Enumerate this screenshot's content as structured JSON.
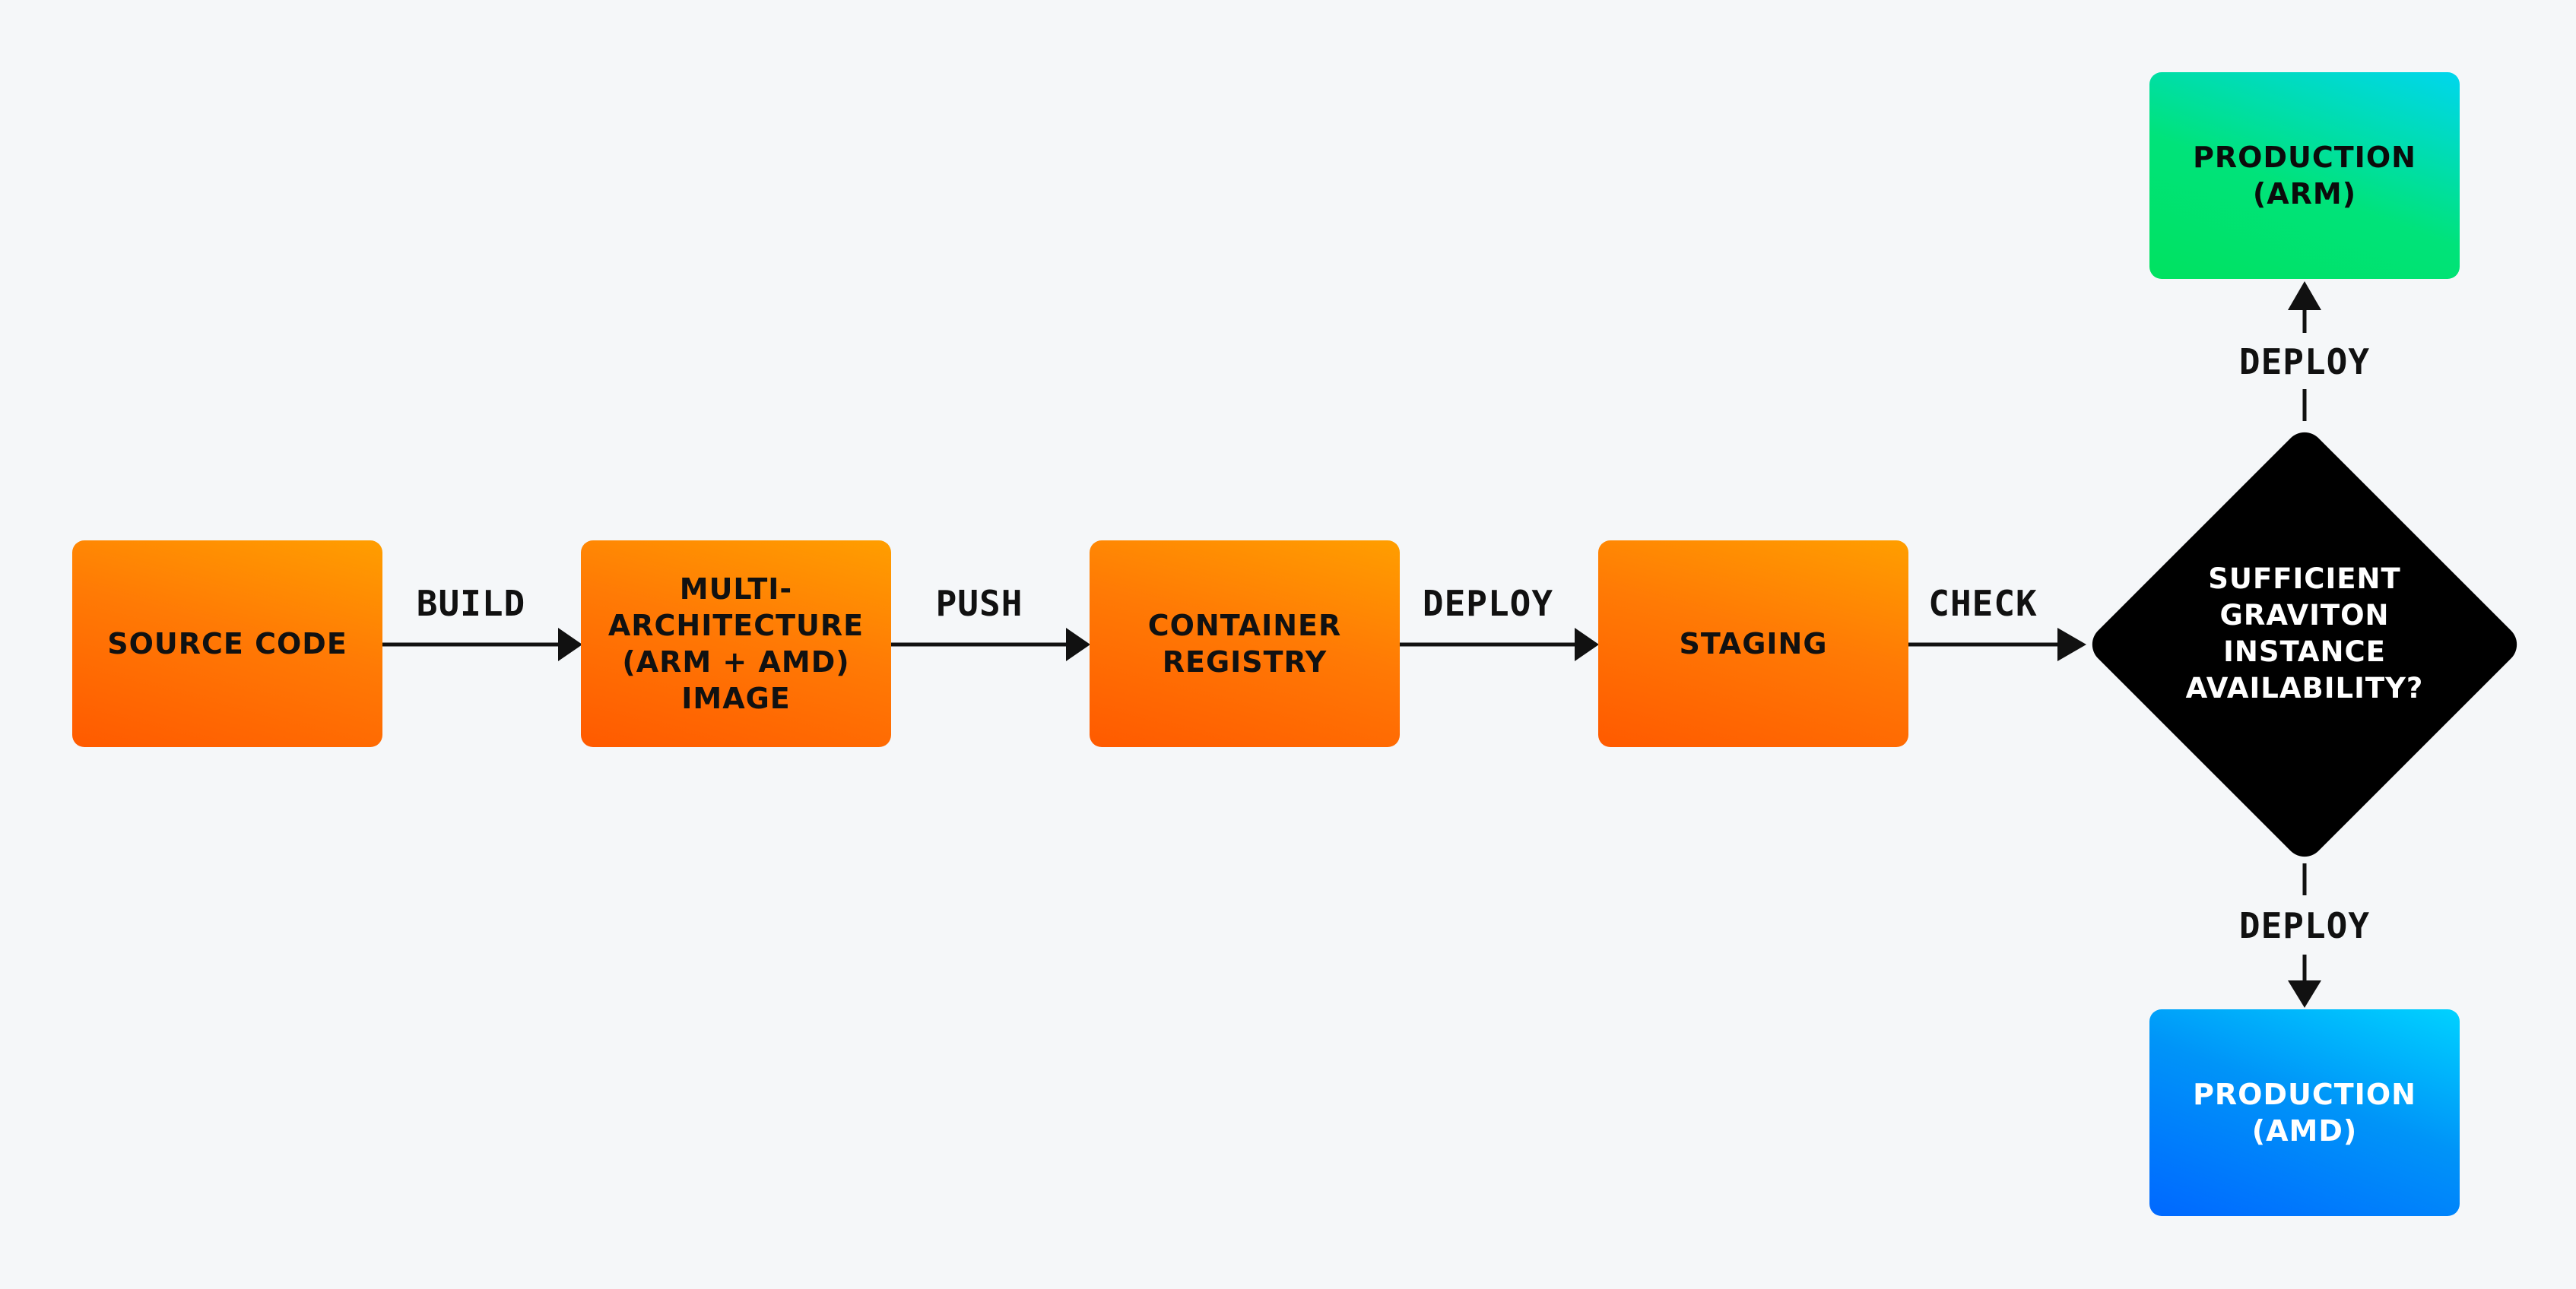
{
  "nodes": {
    "source_code": "SOURCE CODE",
    "multi_arch_image": "MULTI-\nARCHITECTURE\n(ARM + AMD)\nIMAGE",
    "container_registry": "CONTAINER\nREGISTRY",
    "staging": "STAGING",
    "decision": "SUFFICIENT\nGRAVITON\nINSTANCE\nAVAILABILITY?",
    "production_arm": "PRODUCTION\n(ARM)",
    "production_amd": "PRODUCTION\n(AMD)"
  },
  "edges": {
    "build": "BUILD",
    "push": "PUSH",
    "deploy_staging": "DEPLOY",
    "check": "CHECK",
    "deploy_arm": "DEPLOY",
    "deploy_amd": "DEPLOY"
  },
  "colors": {
    "background": "#f5f7f9",
    "process_box": "#ff7a05",
    "decision": "#000000",
    "production_arm": "#00e37a",
    "production_amd": "#0094f8",
    "connector": "#111111"
  }
}
